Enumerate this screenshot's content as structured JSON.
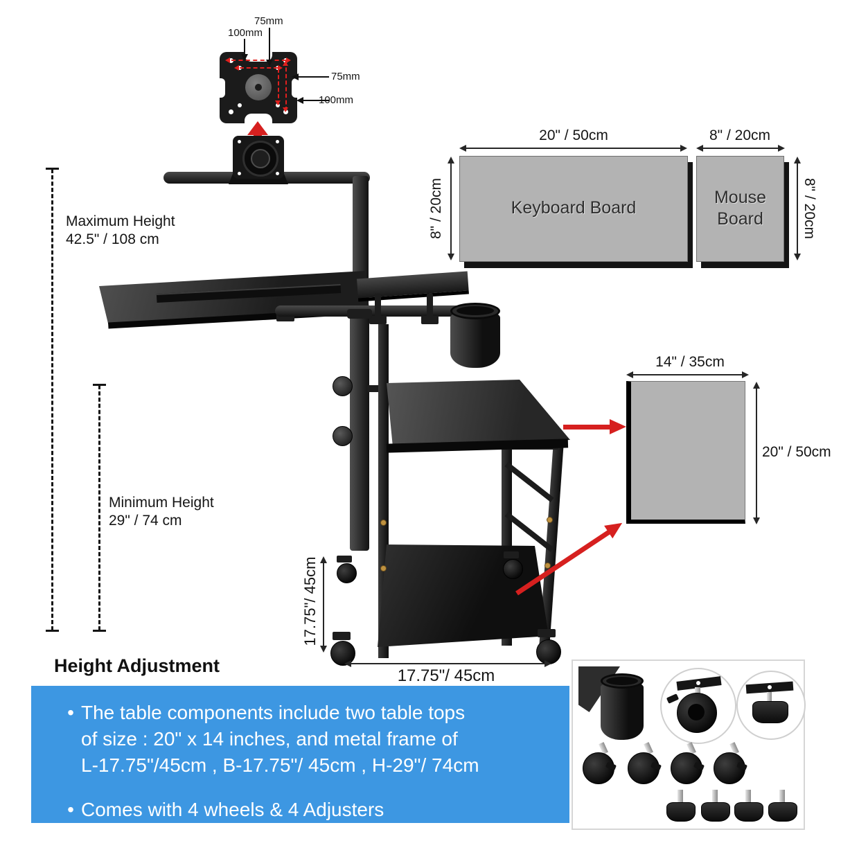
{
  "colors": {
    "accent_blue": "#3D97E2",
    "arrow_red": "#D6201F",
    "board_gray": "#B3B3B3",
    "metal_dark": "#1A1A1A"
  },
  "vesa": {
    "vesa_75": "75mm",
    "vesa_100": "100mm"
  },
  "heights": {
    "max_line1": "Maximum Height",
    "max_line2": "42.5\" / 108 cm",
    "min_line1": "Minimum Height",
    "min_line2": "29\" / 74 cm"
  },
  "frame": {
    "side": "17.75\"/ 45cm",
    "bottom": "17.75\"/ 45cm"
  },
  "boards": {
    "keyboard": {
      "label": "Keyboard Board",
      "width": "20\" / 50cm",
      "height": "8\" / 20cm"
    },
    "mouse": {
      "label": "Mouse Board",
      "width": "8\" / 20cm",
      "height": "8\" / 20cm"
    },
    "shelf": {
      "width": "14\" / 35cm",
      "height": "20\" / 50cm"
    }
  },
  "info": {
    "heading": "Height Adjustment",
    "bullet_glyph": "•",
    "bullets": [
      {
        "lines": [
          "The table components include two table tops",
          "of size : 20\" x 14 inches, and metal frame of",
          "L-17.75\"/45cm , B-17.75\"/ 45cm , H-29\"/ 74cm"
        ]
      },
      {
        "lines": [
          "Comes with 4 wheels & 4 Adjusters"
        ]
      }
    ]
  }
}
